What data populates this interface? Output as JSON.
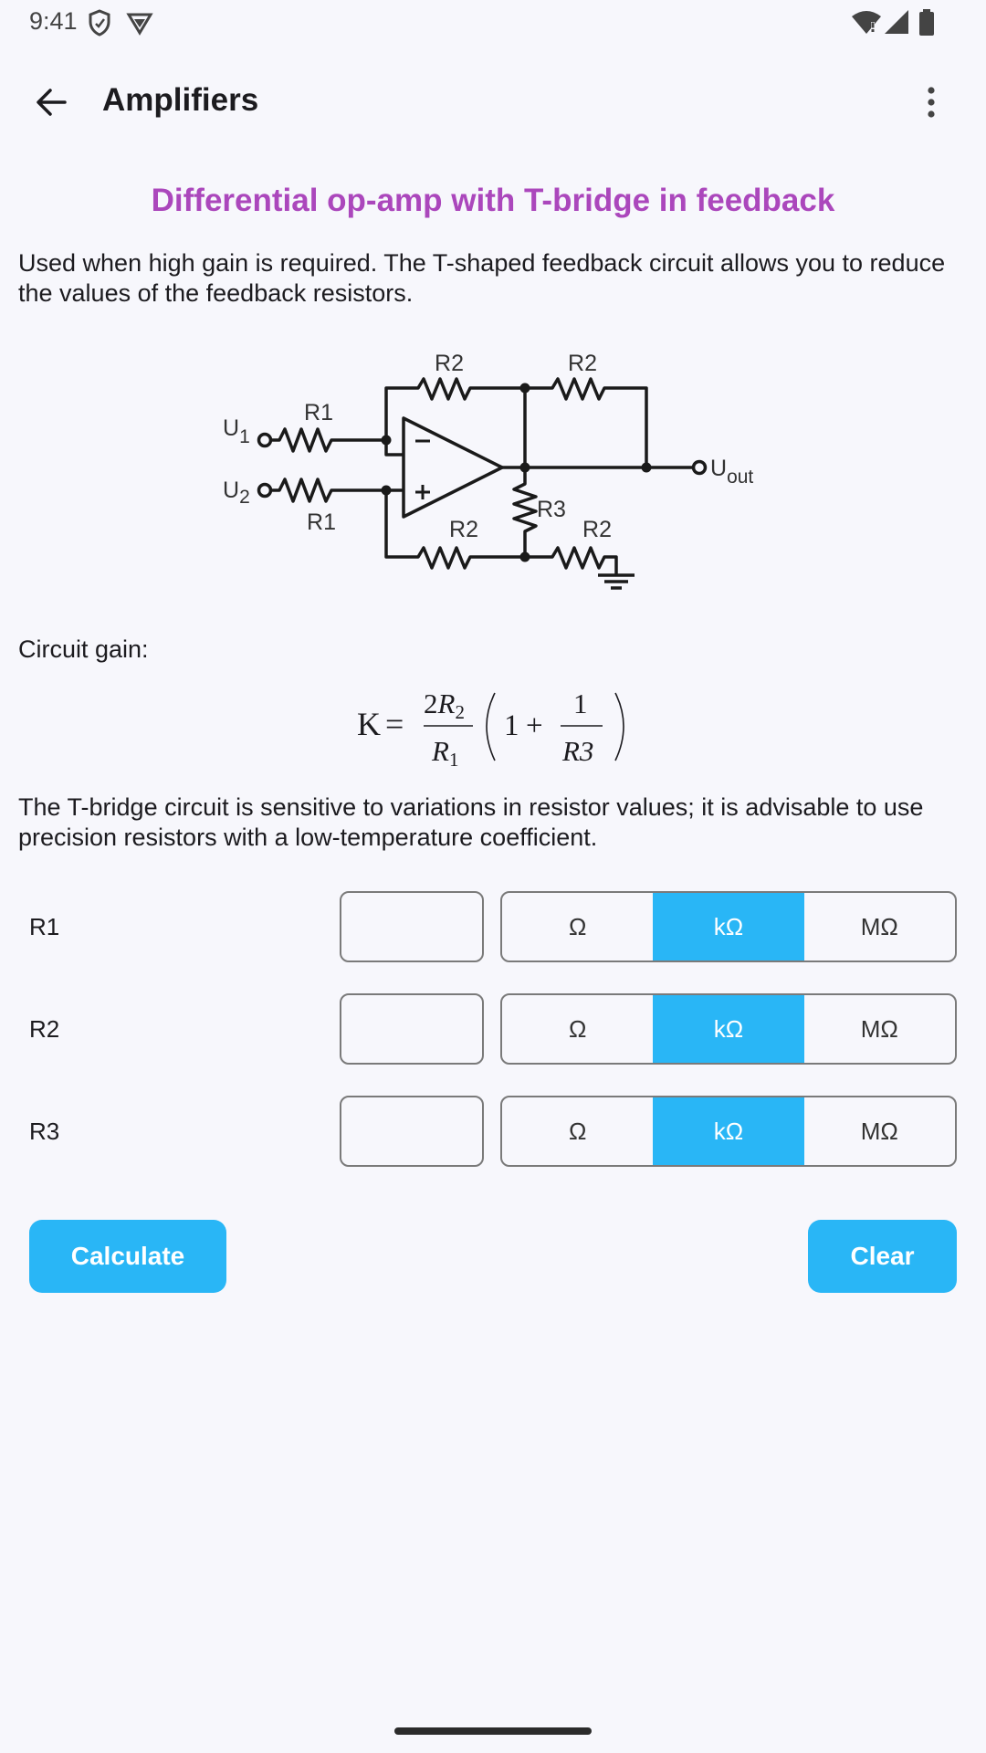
{
  "status_bar": {
    "time": "9:41",
    "icons": [
      "shield-icon",
      "vpn-icon",
      "wifi-icon",
      "signal-icon",
      "battery-icon"
    ]
  },
  "app_bar": {
    "title": "Amplifiers",
    "back_icon": "arrow-back-icon",
    "menu_icon": "more-vert-icon"
  },
  "page": {
    "title": "Differential op-amp with T-bridge in feedback",
    "description": "Used when high gain is required. The T-shaped feedback circuit allows you to reduce the values of the feedback resistors.",
    "gain_label": "Circuit gain:",
    "note": "The T-bridge circuit is sensitive to variations in resistor values; it is advisable to use precision resistors with a low-temperature coefficient."
  },
  "diagram": {
    "labels": {
      "r1": "R1",
      "r2": "R2",
      "r3": "R3",
      "u1_main": "U",
      "u1_sub": "1",
      "u2_main": "U",
      "u2_sub": "2",
      "uout_main": "U",
      "uout_sub": "out",
      "minus": "−",
      "plus": "+"
    }
  },
  "formula": {
    "k": "K",
    "eq": "=",
    "num1_coef": "2",
    "num1_var": "R",
    "num1_sub": "2",
    "den1_var": "R",
    "den1_sub": "1",
    "one": "1",
    "plus": "+",
    "num2": "1",
    "den2": "R3"
  },
  "inputs": {
    "rows": [
      {
        "label": "R1",
        "value": "",
        "units": [
          "Ω",
          "kΩ",
          "MΩ"
        ],
        "selected": "kΩ"
      },
      {
        "label": "R2",
        "value": "",
        "units": [
          "Ω",
          "kΩ",
          "MΩ"
        ],
        "selected": "kΩ"
      },
      {
        "label": "R3",
        "value": "",
        "units": [
          "Ω",
          "kΩ",
          "MΩ"
        ],
        "selected": "kΩ"
      }
    ]
  },
  "buttons": {
    "calculate": "Calculate",
    "clear": "Clear"
  },
  "colors": {
    "accent": "#29b6f6",
    "title": "#ab47bc",
    "background": "#f7f7fc"
  }
}
